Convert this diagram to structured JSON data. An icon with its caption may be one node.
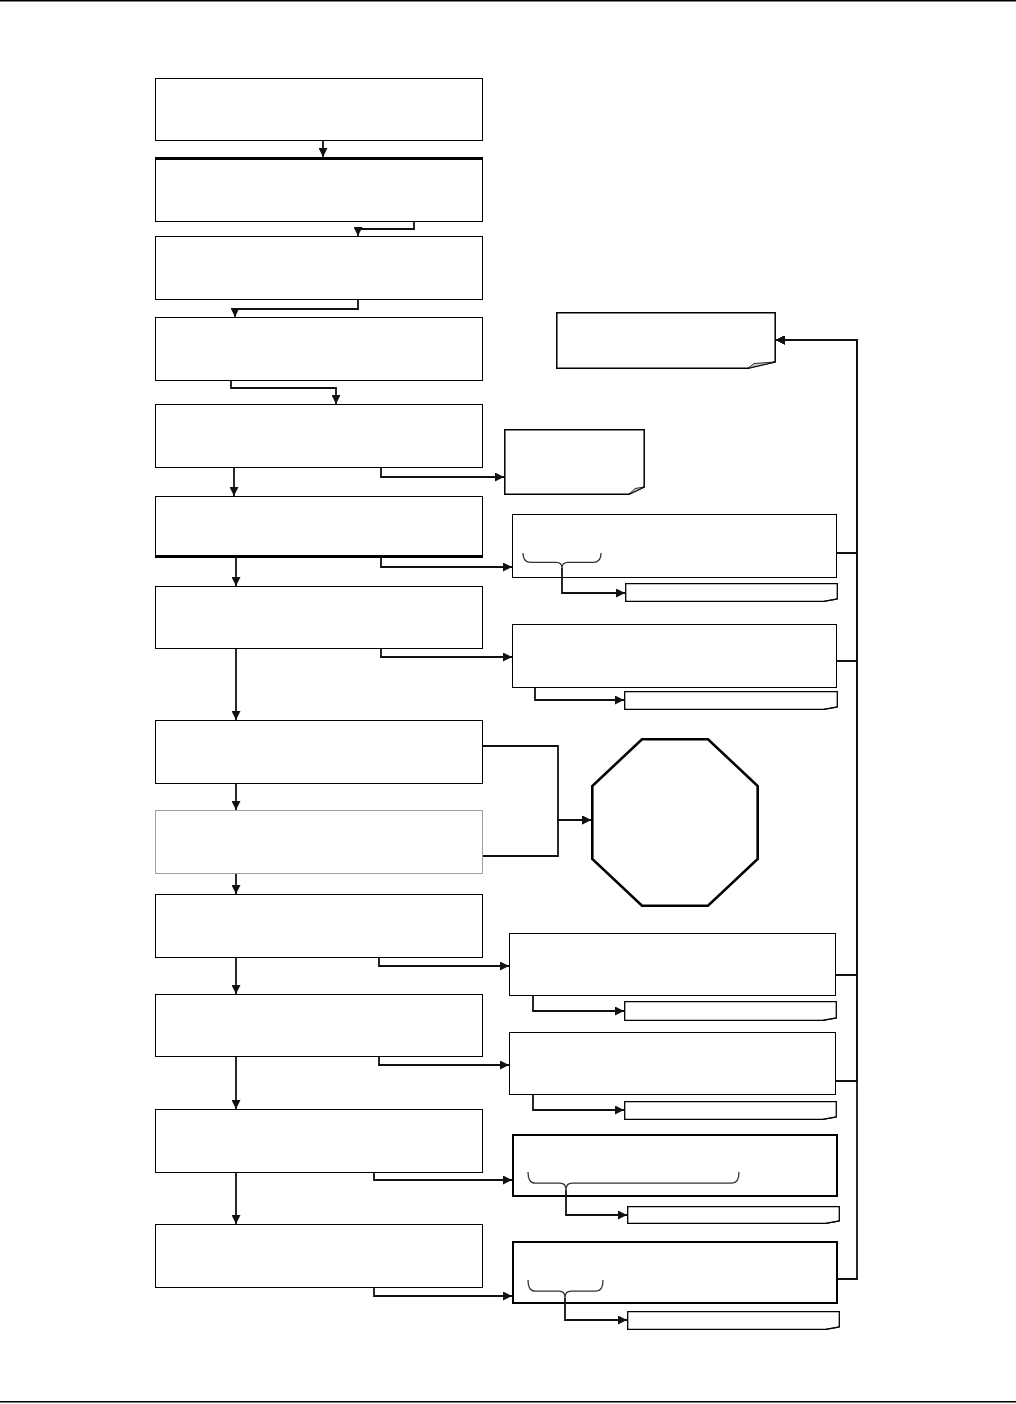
{
  "diagram": {
    "nodes": [
      {
        "text": [],
        "shape": "box"
      },
      {
        "text": [],
        "shape": "box"
      },
      {
        "text": [],
        "shape": "box"
      },
      {
        "text": [],
        "shape": "box"
      },
      {
        "text": [],
        "shape": "note"
      },
      {
        "text": [],
        "shape": "box"
      },
      {
        "text": [],
        "shape": "note"
      },
      {
        "text": [],
        "shape": "box"
      },
      {
        "text": [],
        "shape": "box"
      },
      {
        "text": [],
        "shape": "brace",
        "in": 8
      },
      {
        "text": [],
        "shape": "bar"
      },
      {
        "text": [],
        "shape": "box"
      },
      {
        "text": [],
        "shape": "box"
      },
      {
        "text": [],
        "shape": "bar"
      },
      {
        "text": [],
        "shape": "box"
      },
      {
        "text": [],
        "shape": "octagon"
      },
      {
        "text": [],
        "shape": "box"
      },
      {
        "text": [],
        "shape": "box"
      },
      {
        "text": [],
        "shape": "box"
      },
      {
        "text": [],
        "shape": "bar"
      },
      {
        "text": [],
        "shape": "box"
      },
      {
        "text": [],
        "shape": "box"
      },
      {
        "text": [],
        "shape": "bar"
      },
      {
        "text": [],
        "shape": "box"
      },
      {
        "text": [],
        "shape": "box"
      },
      {
        "text": [],
        "shape": "brace",
        "in": 24
      },
      {
        "text": [],
        "shape": "bar"
      },
      {
        "text": [],
        "shape": "box"
      },
      {
        "text": [],
        "shape": "box"
      },
      {
        "text": [],
        "shape": "brace",
        "in": 28
      },
      {
        "text": [],
        "shape": "bar"
      }
    ],
    "edges": [
      {
        "from": 0,
        "to": 1,
        "arrow": "to"
      },
      {
        "from": 1,
        "to": 2,
        "arrow": "to"
      },
      {
        "from": 2,
        "to": 3,
        "arrow": "to"
      },
      {
        "from": 3,
        "to": 5,
        "arrow": "to"
      },
      {
        "from": 5,
        "to": 7,
        "arrow": "to"
      },
      {
        "from": 5,
        "to": 6,
        "arrow": "to"
      },
      {
        "from": 7,
        "to": 11,
        "arrow": "to"
      },
      {
        "from": 7,
        "to": 8,
        "arrow": "to"
      },
      {
        "from": 9,
        "to": 10,
        "arrow": "to"
      },
      {
        "from": 11,
        "to": 14,
        "arrow": "to"
      },
      {
        "from": 11,
        "to": 12,
        "arrow": "to"
      },
      {
        "from": 12,
        "to": 13,
        "arrow": "to"
      },
      {
        "from": 14,
        "to": 16,
        "arrow": "to"
      },
      {
        "from": 14,
        "to": 15,
        "arrow": "to"
      },
      {
        "from": 16,
        "to": 15,
        "arrow": "to"
      },
      {
        "from": 16,
        "to": 17,
        "arrow": "to"
      },
      {
        "from": 17,
        "to": 20,
        "arrow": "to"
      },
      {
        "from": 17,
        "to": 18,
        "arrow": "to"
      },
      {
        "from": 18,
        "to": 19,
        "arrow": "to"
      },
      {
        "from": 20,
        "to": 23,
        "arrow": "to"
      },
      {
        "from": 20,
        "to": 21,
        "arrow": "to"
      },
      {
        "from": 21,
        "to": 22,
        "arrow": "to"
      },
      {
        "from": 23,
        "to": 27,
        "arrow": "to"
      },
      {
        "from": 23,
        "to": 24,
        "arrow": "to"
      },
      {
        "from": 25,
        "to": 26,
        "arrow": "to"
      },
      {
        "from": 27,
        "to": 28,
        "arrow": "to"
      },
      {
        "from": 29,
        "to": 30,
        "arrow": "to"
      },
      {
        "from": 8,
        "to": 4,
        "arrow": "to"
      },
      {
        "from": 12,
        "to": 4,
        "arrow": "to"
      },
      {
        "from": 18,
        "to": 4,
        "arrow": "to"
      },
      {
        "from": 21,
        "to": 4,
        "arrow": "to"
      },
      {
        "from": 28,
        "to": 4,
        "arrow": "to"
      }
    ]
  }
}
